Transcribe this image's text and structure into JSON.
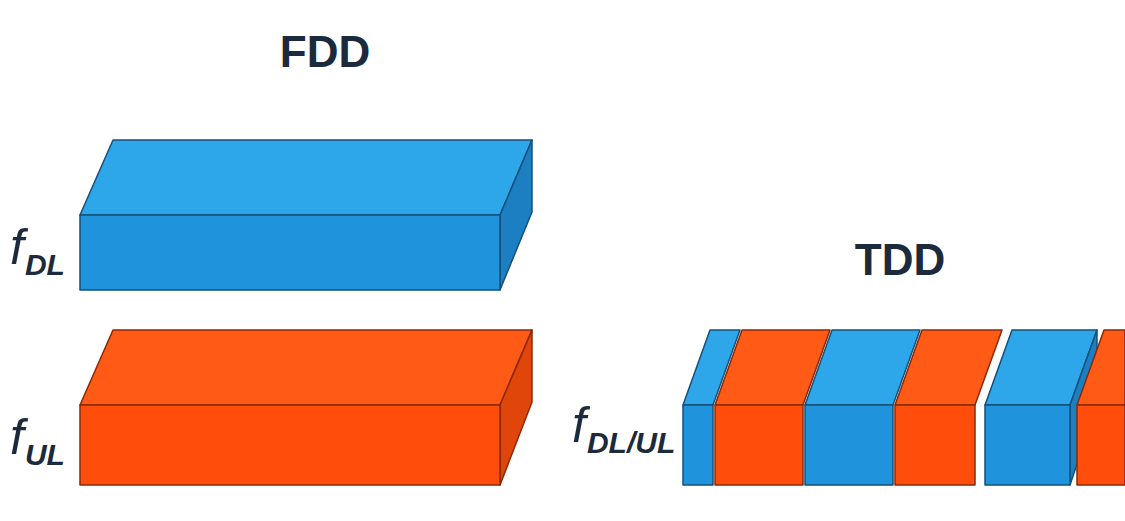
{
  "diagram": {
    "labels": [
      "FDD",
      "f",
      "DL",
      "f",
      "UL",
      "TDD",
      "f",
      "DL/UL"
    ]
  }
}
